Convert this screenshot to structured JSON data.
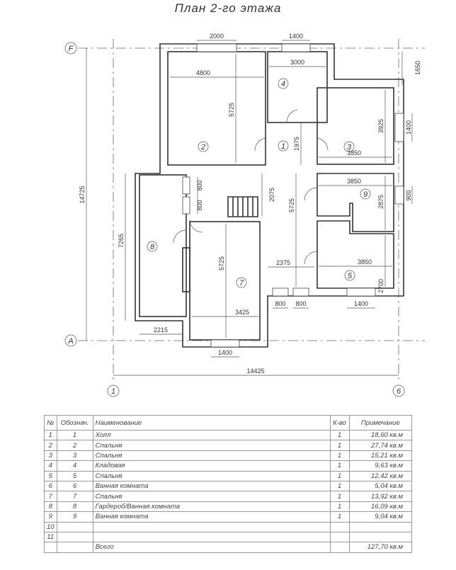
{
  "title": "План 2-го этажа",
  "axes": {
    "top": "F",
    "bottom": "A",
    "left": "1",
    "right": "6"
  },
  "dimensions": {
    "win_top_1": "2000",
    "win_top_2": "1400",
    "r4_width": "3000",
    "r2_width": "4800",
    "r2_height": "5725",
    "right_1650": "1650",
    "r3_win": "1400",
    "r3_height": "3925",
    "r3_width": "3850",
    "hall_1975": "1975",
    "total_height": "14725",
    "stair_2075": "2075",
    "hall_5725": "5725",
    "r9_width": "3850",
    "r9_height": "2875",
    "r9_win": "900",
    "win_800_a": "800",
    "win_800_b": "800",
    "r8_height": "7265",
    "r7_height": "5725",
    "hall_2375": "2375",
    "r5_width": "3850",
    "r5_height": "2700",
    "bot_800_a": "800",
    "bot_800_b": "800",
    "r5_win": "1400",
    "r7_width": "3425",
    "left_2215": "2215",
    "r7_win": "1400",
    "total_width": "14425"
  },
  "rooms": [
    "1",
    "2",
    "3",
    "4",
    "5",
    "7",
    "8",
    "9"
  ],
  "table": {
    "headers": [
      "№",
      "Обознач.",
      "Наименование",
      "К-во",
      "Примечание"
    ],
    "rows": [
      [
        "1",
        "1",
        "Холл",
        "1",
        "18,60 кв.м"
      ],
      [
        "2",
        "2",
        "Спальня",
        "1",
        "27,74 кв.м"
      ],
      [
        "3",
        "3",
        "Спальня",
        "1",
        "15,21 кв.м"
      ],
      [
        "4",
        "4",
        "Кладовая",
        "1",
        "9,63 кв.м"
      ],
      [
        "5",
        "5",
        "Спальня",
        "1",
        "12,42 кв.м"
      ],
      [
        "6",
        "6",
        "Ванная комната",
        "1",
        "5,04 кв.м"
      ],
      [
        "7",
        "7",
        "Спальня",
        "1",
        "13,92 кв.м"
      ],
      [
        "8",
        "8",
        "Гардероб/Ванная комната",
        "1",
        "16,09 кв.м"
      ],
      [
        "9",
        "9",
        "Ванная комната",
        "1",
        "9,04 кв.м"
      ],
      [
        "10",
        "",
        "",
        "",
        ""
      ],
      [
        "11",
        "",
        "",
        "",
        ""
      ],
      [
        "",
        "",
        "Всего",
        "",
        "127,70 кв.м"
      ]
    ]
  }
}
